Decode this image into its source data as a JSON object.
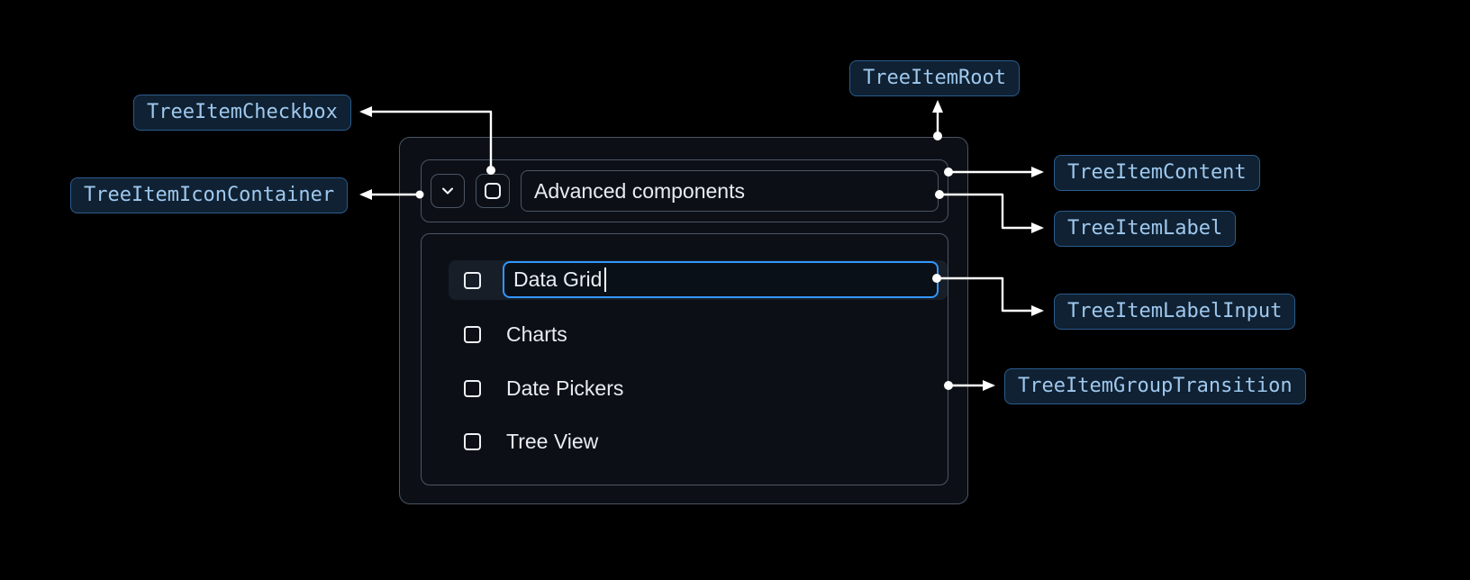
{
  "diagram": {
    "callouts": {
      "root": "TreeItemRoot",
      "checkbox": "TreeItemCheckbox",
      "icon_container": "TreeItemIconContainer",
      "content": "TreeItemContent",
      "label": "TreeItemLabel",
      "label_input": "TreeItemLabelInput",
      "group_transition": "TreeItemGroupTransition"
    }
  },
  "tree": {
    "parent_label": "Advanced components",
    "parent_expanded": true,
    "items": [
      {
        "label": "Data Grid",
        "checked": false,
        "editing": true
      },
      {
        "label": "Charts",
        "checked": false
      },
      {
        "label": "Date Pickers",
        "checked": false
      },
      {
        "label": "Tree View",
        "checked": false
      }
    ]
  },
  "colors": {
    "background": "#000000",
    "panel_fill": "#0C1016",
    "panel_border": "#4B5563",
    "accent_blue": "#3197FF",
    "editing_row_bg": "#171E27",
    "callout_bg": "#0F2132",
    "callout_border": "#2B5C8E",
    "callout_text": "#9FC8EE",
    "connector": "#FFFFFF",
    "text": "#E9EDF2"
  }
}
